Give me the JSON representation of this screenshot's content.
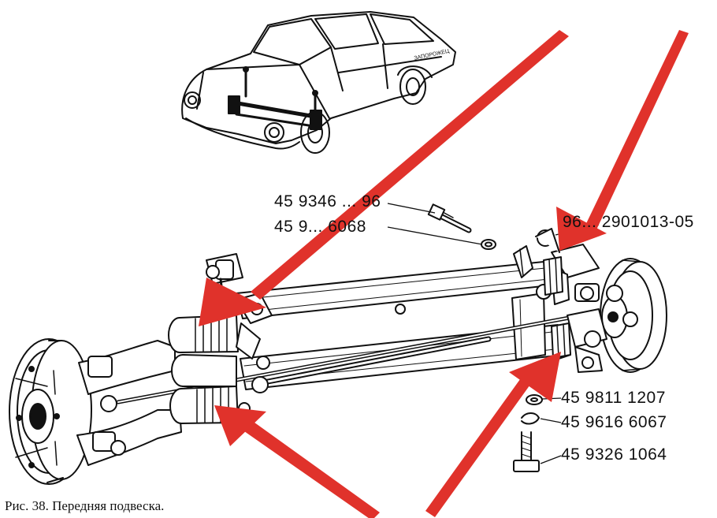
{
  "figure": {
    "caption": "Рис. 38. Передняя подвеска.",
    "car_badge": "ЗАПОРОЖЕЦ"
  },
  "part_labels": [
    {
      "id": "bolt",
      "text": "45 9346 ... 96"
    },
    {
      "id": "nut-top",
      "text": "45 9... 6068"
    },
    {
      "id": "assembly",
      "text": "96... 2901013-05"
    },
    {
      "id": "washer",
      "text": "45 9811 1207"
    },
    {
      "id": "spring-washer",
      "text": "45 9616 6067"
    },
    {
      "id": "bolt-bottom",
      "text": "45 9326 1064"
    }
  ],
  "colors": {
    "ink": "#111111",
    "arrow": "#e0322b",
    "paper": "#ffffff"
  }
}
